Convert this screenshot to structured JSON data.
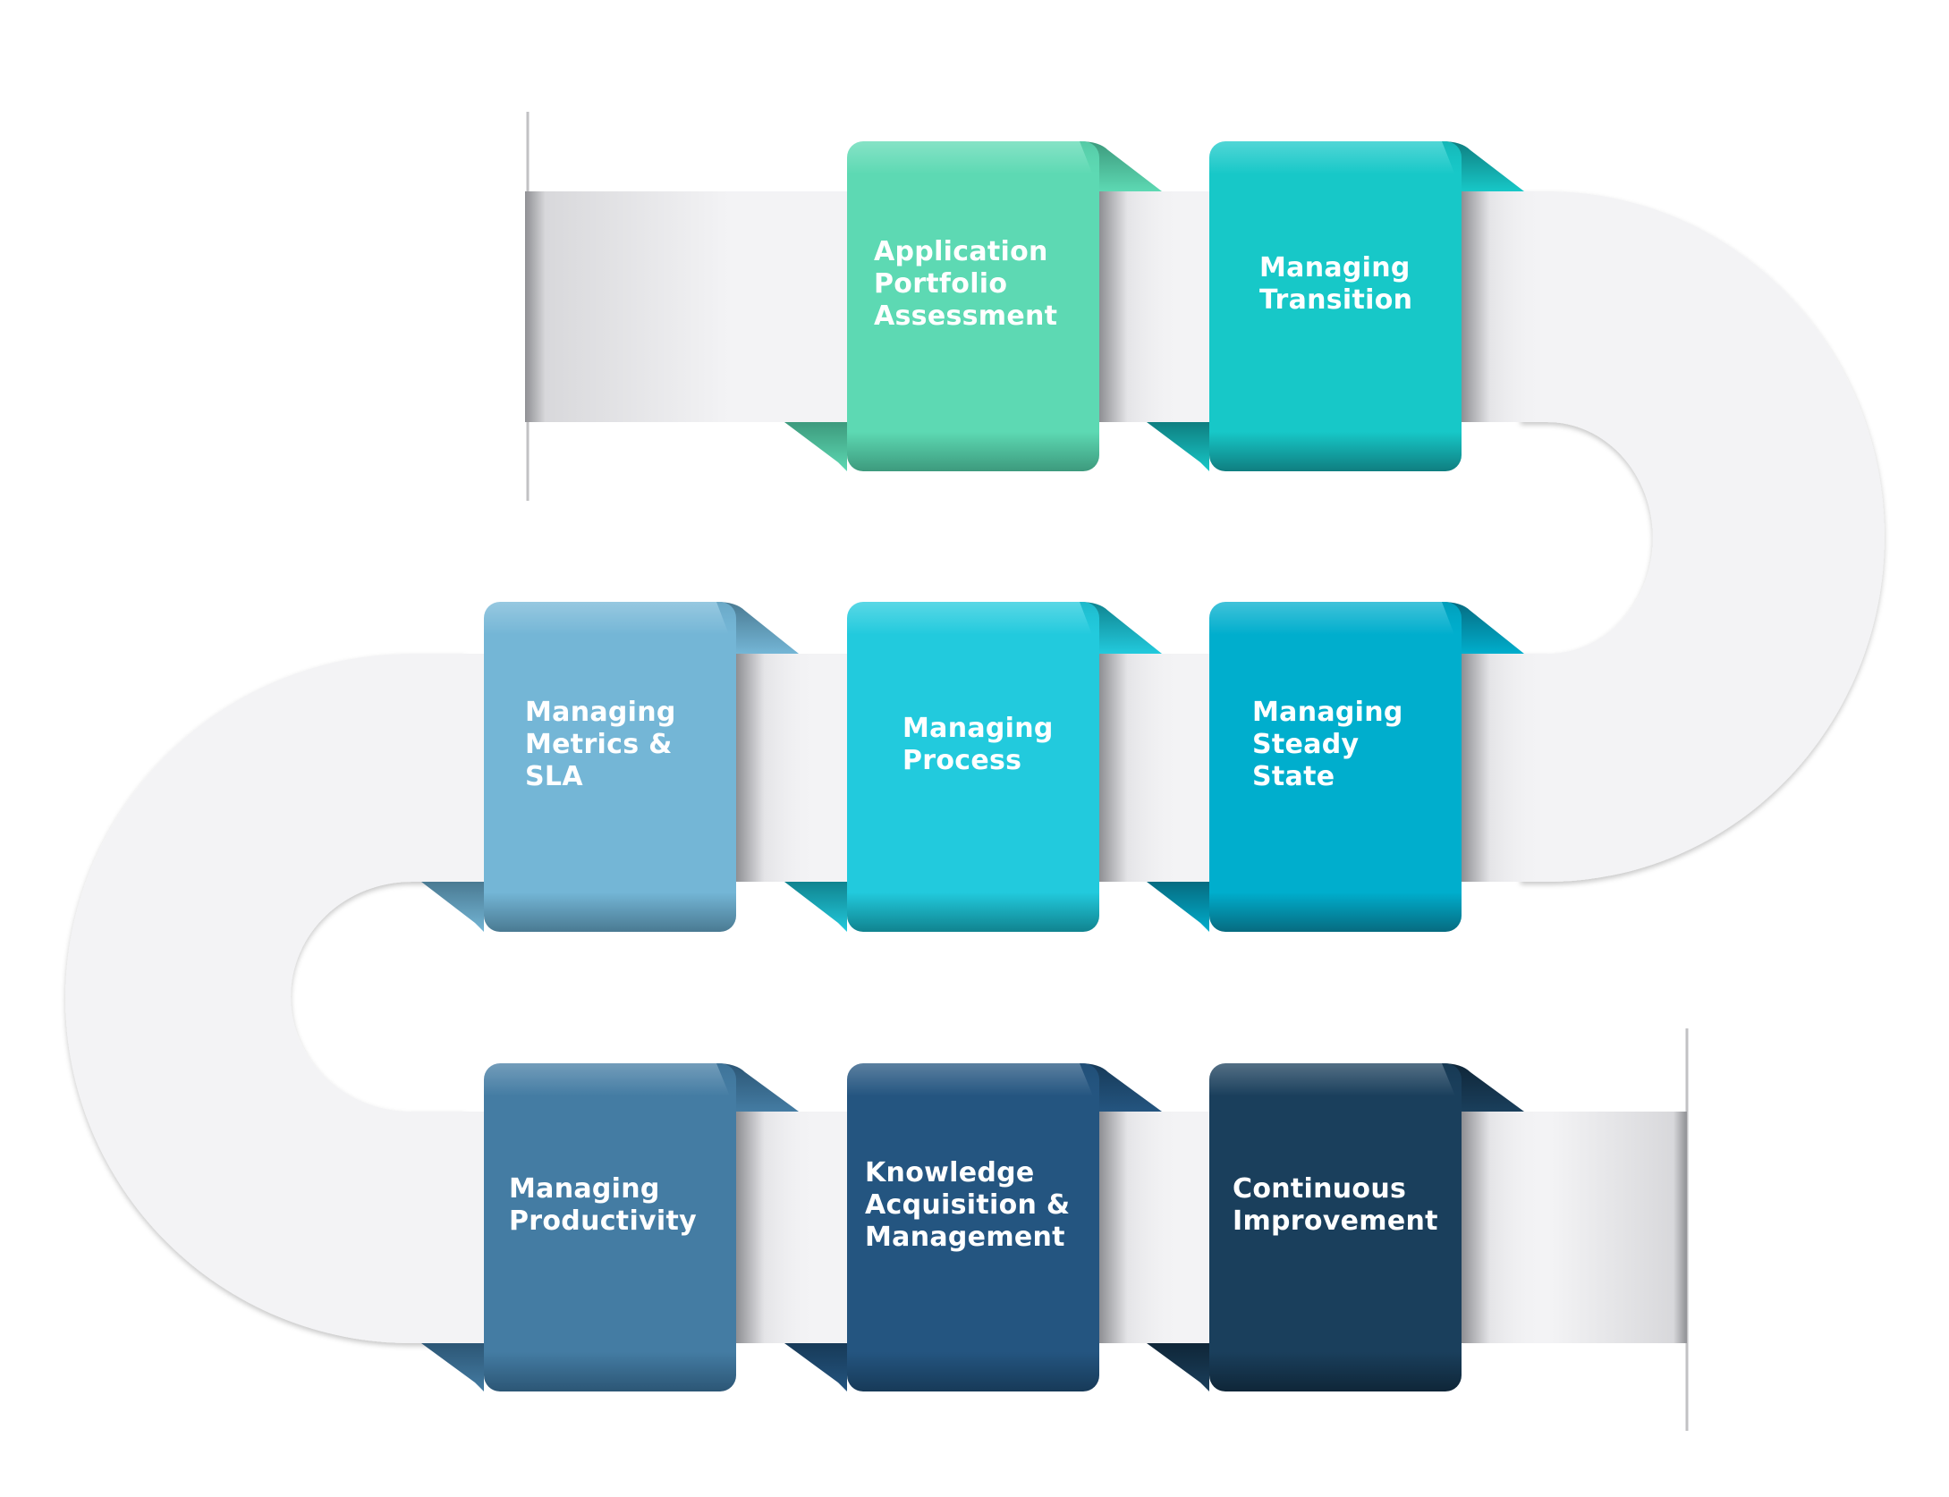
{
  "diagram": {
    "title": "Application management process roadmap",
    "steps": [
      {
        "label": "Application Portfolio Assessment",
        "lines": [
          "Application",
          "Portfolio",
          "Assessment"
        ],
        "color": "#5dd9b3",
        "dark": "#3d9a7d",
        "row": 1,
        "order": 1
      },
      {
        "label": "Managing Transition",
        "lines": [
          "Managing",
          "Transition"
        ],
        "color": "#17c8c8",
        "dark": "#0f7e80",
        "row": 1,
        "order": 2
      },
      {
        "label": "Managing Steady State",
        "lines": [
          "Managing",
          "Steady",
          "State"
        ],
        "color": "#00aecd",
        "dark": "#066b80",
        "row": 2,
        "order": 3
      },
      {
        "label": "Managing Process",
        "lines": [
          "Managing",
          "Process"
        ],
        "color": "#22cadd",
        "dark": "#10838f",
        "row": 2,
        "order": 4
      },
      {
        "label": "Managing Metrics & SLA",
        "lines": [
          "Managing",
          "Metrics &",
          "SLA"
        ],
        "color": "#74b6d6",
        "dark": "#4a7a92",
        "row": 2,
        "order": 5
      },
      {
        "label": "Managing Productivity",
        "lines": [
          "Managing",
          "Productivity"
        ],
        "color": "#447ca3",
        "dark": "#2c5675",
        "row": 3,
        "order": 6
      },
      {
        "label": "Knowledge Acquisition & Management",
        "lines": [
          "Knowledge",
          "Acquisition &",
          "Management"
        ],
        "color": "#245580",
        "dark": "#173a58",
        "row": 3,
        "order": 7
      },
      {
        "label": "Continuous Improvement",
        "lines": [
          "Continuous",
          "Improvement"
        ],
        "color": "#1a3f5c",
        "dark": "#0f2638",
        "row": 3,
        "order": 8
      }
    ],
    "colors": {
      "ribbon": "#f3f3f5",
      "ribbon_shadow": "#c9c9cc"
    }
  }
}
